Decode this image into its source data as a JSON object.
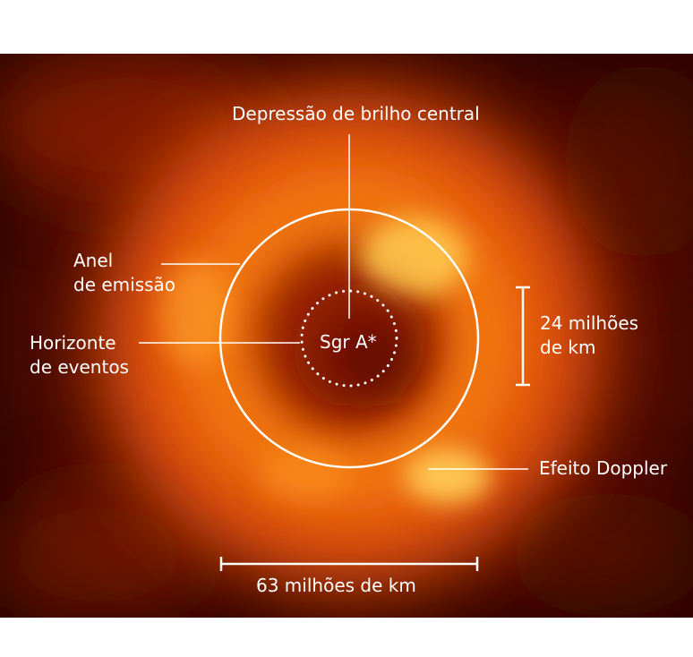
{
  "diagram": {
    "center_label": "Sgr A*",
    "labels": {
      "central_brightness_depression": "Depressão de brilho central",
      "emission_ring": [
        "Anel",
        "de emissão"
      ],
      "event_horizon": [
        "Horizonte",
        "de eventos"
      ],
      "ring_diameter": [
        "24 milhões",
        "de km"
      ],
      "doppler_effect": "Efeito Doppler",
      "image_width": "63 milhões de km"
    },
    "colors": {
      "background_dark": "#3a0500",
      "glow_orange": "#f06a0a",
      "glow_bright": "#ffc64a",
      "annotation": "#ffffff"
    }
  }
}
